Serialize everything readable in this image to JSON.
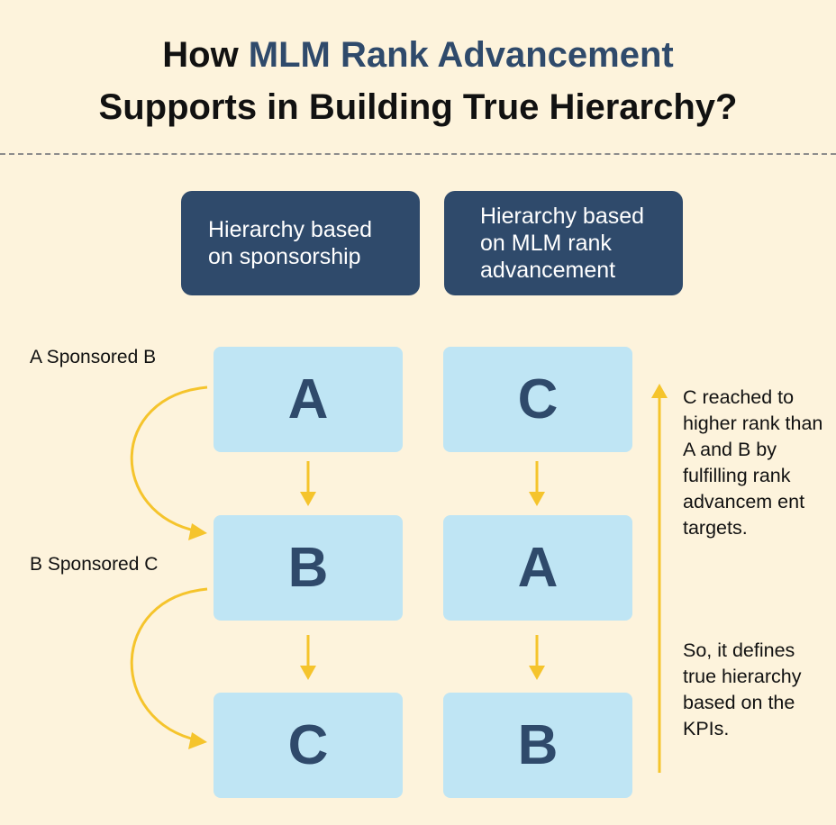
{
  "title": {
    "prefix": "How ",
    "highlight": "MLM Rank Advancement",
    "line2": "Supports in Building True Hierarchy?"
  },
  "columns": {
    "sponsorship": {
      "header": "Hierarchy based on sponsorship",
      "nodes": [
        "A",
        "B",
        "C"
      ]
    },
    "rank_advancement": {
      "header": "Hierarchy based on MLM rank advancement",
      "nodes": [
        "C",
        "A",
        "B"
      ]
    }
  },
  "sponsor_labels": {
    "first": "A Sponsored B",
    "second": "B Sponsored C"
  },
  "notes": {
    "rank_note": "C reached to higher rank than A and B by fulfilling rank advancem ent targets.",
    "conclusion": "So, it defines true hierarchy based on the KPIs."
  },
  "colors": {
    "background": "#fdf3dc",
    "accent_dark": "#2f4a6b",
    "node_fill": "#bfe5f4",
    "arrow": "#f5c42c"
  }
}
